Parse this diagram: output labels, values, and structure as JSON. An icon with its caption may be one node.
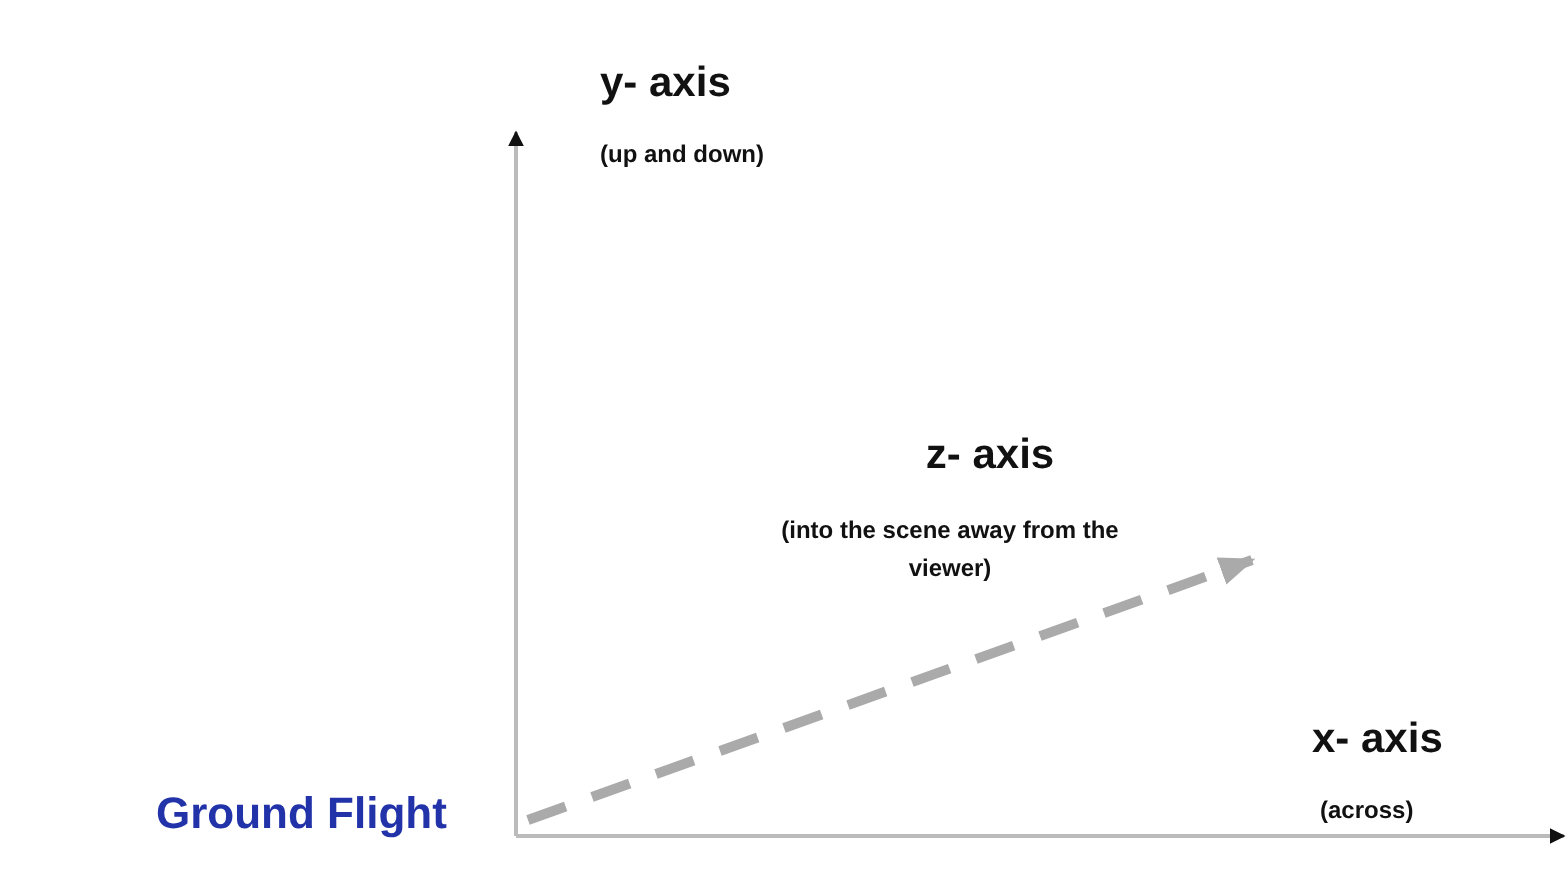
{
  "diagram": {
    "labels": [
      "y- axis",
      "(up and down)",
      "z- axis",
      "(into the scene away from the viewer)",
      "x- axis",
      "Ground Flight",
      "(across)"
    ]
  }
}
